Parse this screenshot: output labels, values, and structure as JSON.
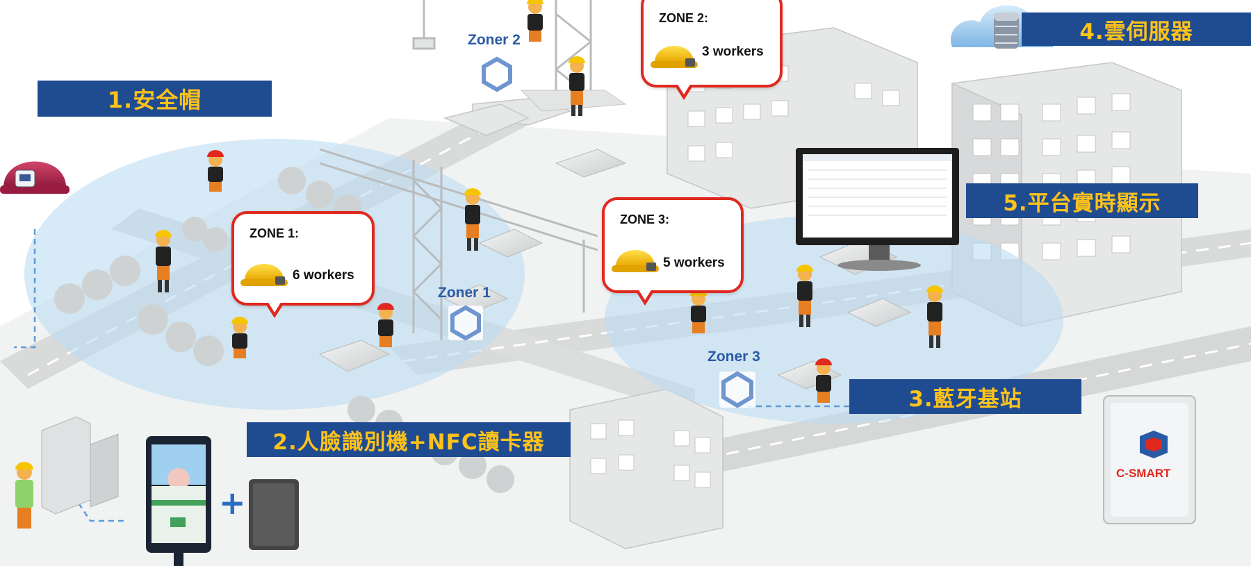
{
  "banners": {
    "helmet": "1.安全帽",
    "face_nfc": "2.人臉識別機+NFC讀卡器",
    "bluetooth": "3.藍牙基站",
    "cloud": "4.雲伺服器",
    "platform": "5.平台實時顯示"
  },
  "zones": [
    {
      "title": "ZONE 1:",
      "count": "6 workers"
    },
    {
      "title": "ZONE 2:",
      "count": "3 workers"
    },
    {
      "title": "ZONE 3:",
      "count": "5 workers"
    }
  ],
  "zoners": [
    "Zoner 1",
    "Zoner 2",
    "Zoner 3"
  ],
  "logo": "C-SMART",
  "colors": {
    "banner_bg": "#1f4b91",
    "banner_text": "#ffc21a",
    "callout_border": "#e0281e",
    "zone_fill": "#bcdcf2",
    "zoner_text": "#2a5aa5"
  },
  "icons": [
    "helmet-icon",
    "beacon-hexagon-icon",
    "cloud-icon",
    "server-icon",
    "monitor-icon",
    "face-recognition-terminal-icon",
    "nfc-card-reader-icon",
    "turnstile-icon",
    "crane-icon",
    "worker-icon"
  ]
}
